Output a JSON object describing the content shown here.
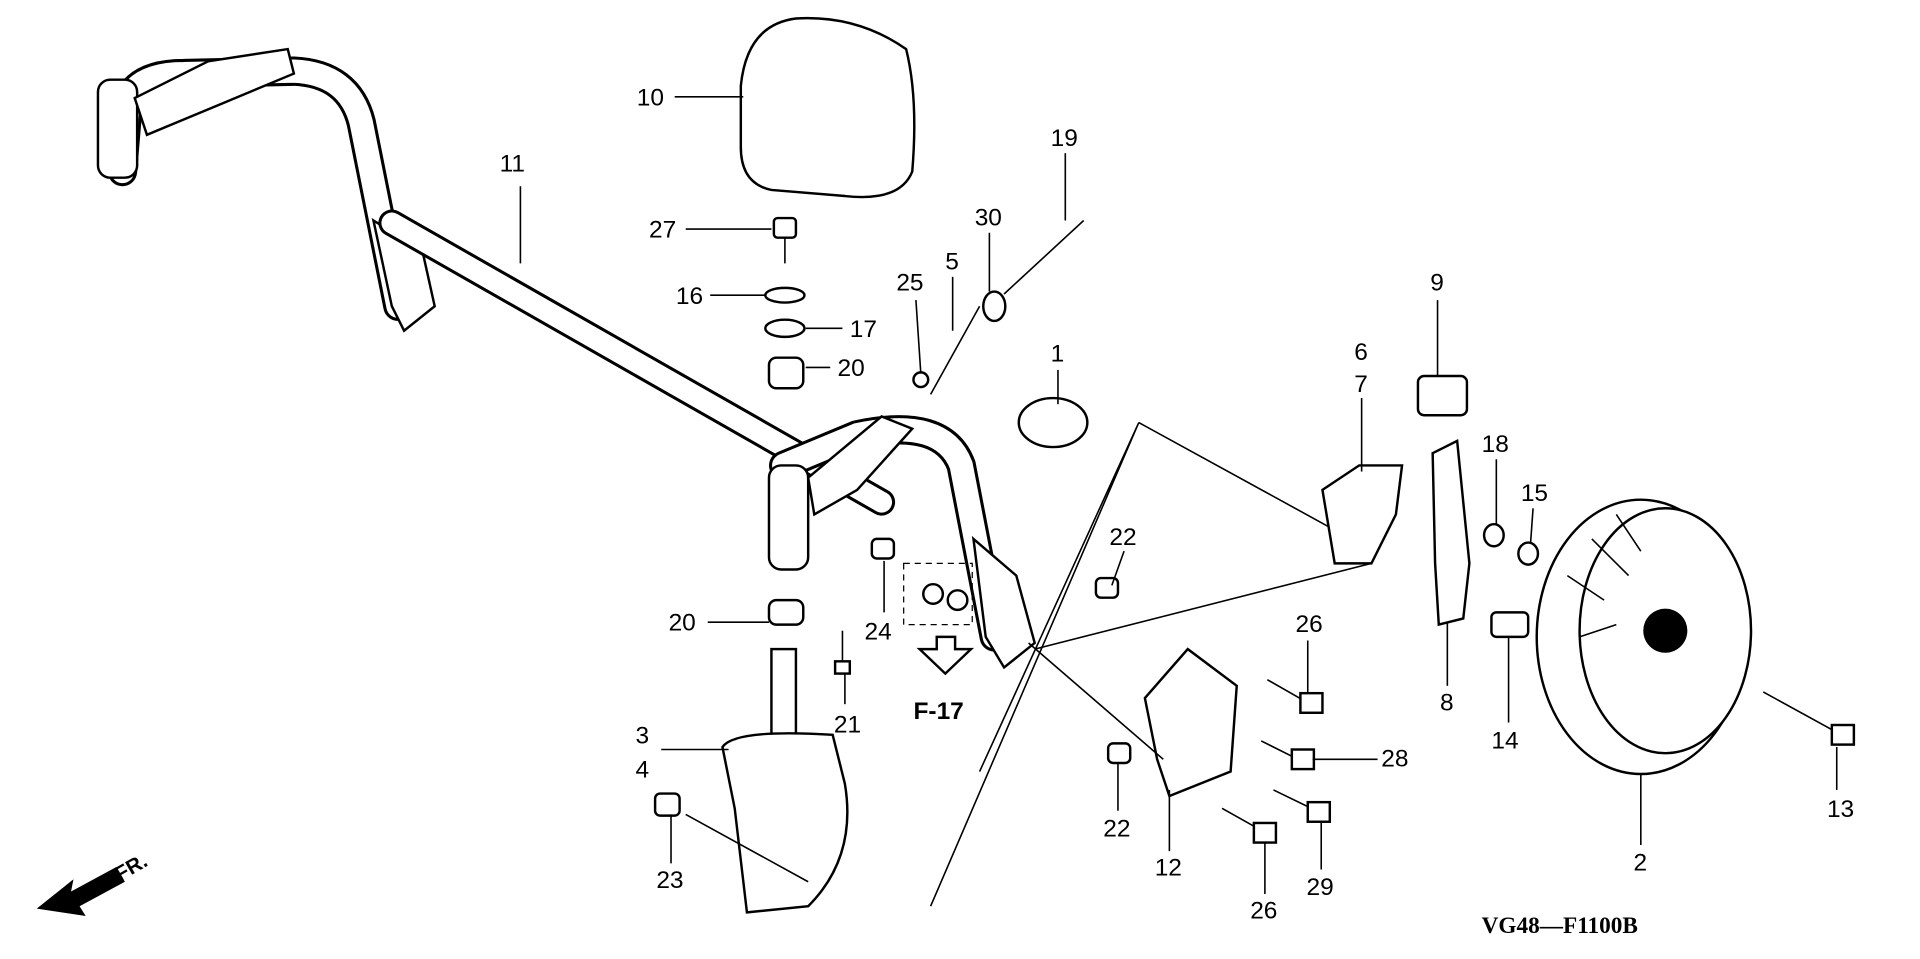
{
  "diagram": {
    "callouts": [
      "10",
      "11",
      "27",
      "16",
      "17",
      "20",
      "19",
      "30",
      "5",
      "25",
      "1",
      "6",
      "7",
      "9",
      "18",
      "15",
      "22",
      "24",
      "20",
      "21",
      "3",
      "4",
      "23",
      "26",
      "28",
      "22",
      "12",
      "26",
      "29",
      "8",
      "14",
      "13",
      "2"
    ],
    "reference_label": "F-17",
    "direction_label": "FR.",
    "drawing_code": "VG48—F1100B"
  }
}
